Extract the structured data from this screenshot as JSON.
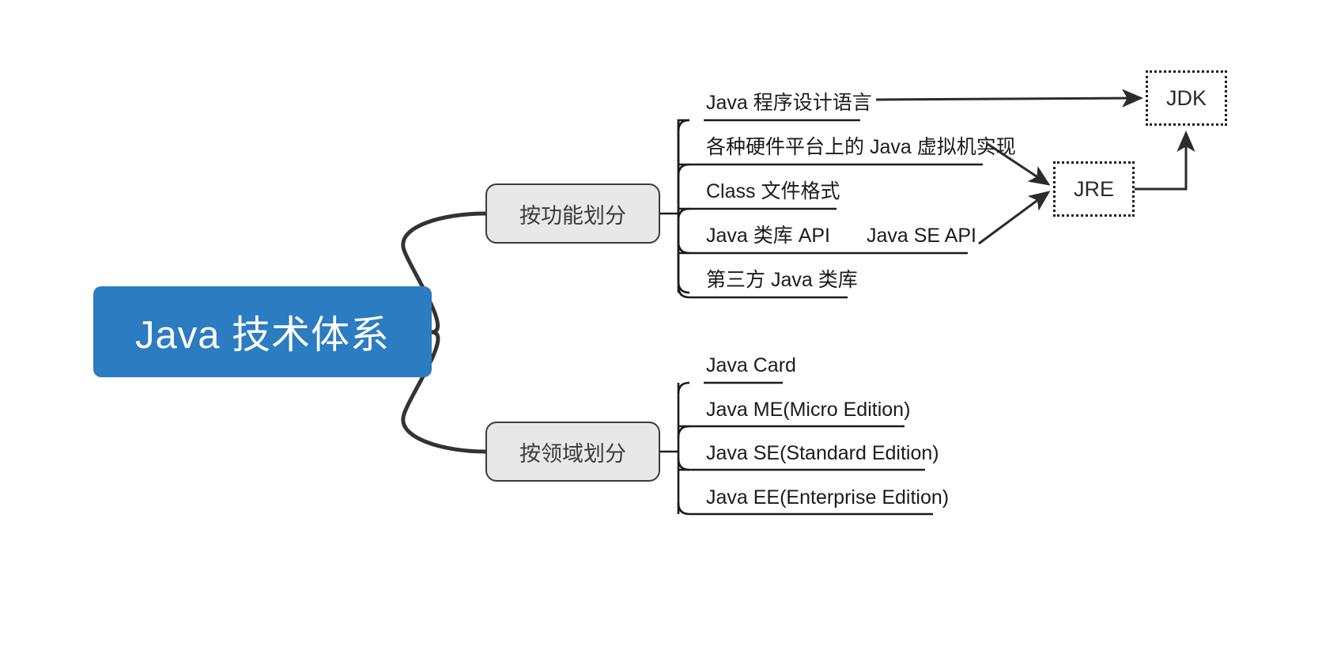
{
  "diagram": {
    "title": "Java 技术体系",
    "type": "mindmap",
    "background_color": "#ffffff",
    "root": {
      "label": "Java 技术体系",
      "fill_color": "#2b7cc0",
      "text_color": "#ffffff"
    },
    "branches": [
      {
        "id": "by-function",
        "label": "按功能划分",
        "fill_color": "#e8e8e8",
        "border_color": "#3b3b3b",
        "leaves": [
          {
            "id": "leaf-language",
            "label": "Java 程序设计语言"
          },
          {
            "id": "leaf-jvm",
            "label": "各种硬件平台上的 Java 虚拟机实现"
          },
          {
            "id": "leaf-class",
            "label": "Class 文件格式"
          },
          {
            "id": "leaf-classlib",
            "label": "Java 类库 API",
            "extra": "Java SE API"
          },
          {
            "id": "leaf-thirdparty",
            "label": "第三方 Java 类库"
          }
        ]
      },
      {
        "id": "by-domain",
        "label": "按领域划分",
        "fill_color": "#e8e8e8",
        "border_color": "#3b3b3b",
        "leaves": [
          {
            "id": "leaf-card",
            "label": "Java Card"
          },
          {
            "id": "leaf-me",
            "label": "Java ME(Micro Edition)"
          },
          {
            "id": "leaf-se",
            "label": "Java SE(Standard Edition)"
          },
          {
            "id": "leaf-ee",
            "label": "Java EE(Enterprise Edition)"
          }
        ]
      }
    ],
    "packages": [
      {
        "id": "jdk",
        "label": "JDK",
        "style": "dotted"
      },
      {
        "id": "jre",
        "label": "JRE",
        "style": "dotted"
      }
    ],
    "relations": [
      {
        "from": "leaf-language",
        "to": "jdk",
        "style": "arrow"
      },
      {
        "from": "leaf-jvm",
        "to": "jre",
        "style": "arrow"
      },
      {
        "from": "leaf-classlib",
        "to": "jre",
        "style": "arrow"
      },
      {
        "from": "jre",
        "to": "jdk",
        "style": "arrow-elbow"
      }
    ]
  }
}
